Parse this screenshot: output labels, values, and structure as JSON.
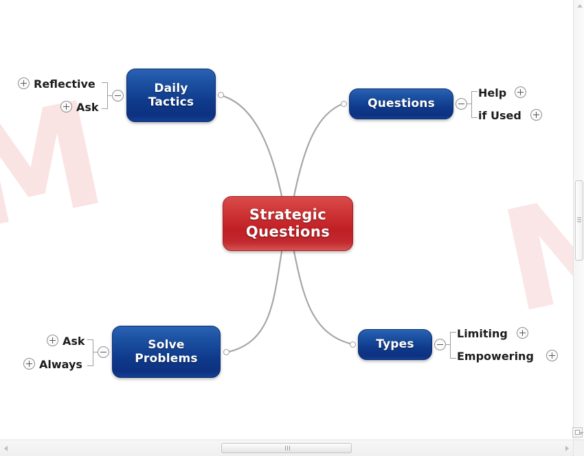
{
  "app": {
    "background_color": "#ffffff",
    "watermark_left": "M",
    "watermark_right": "N"
  },
  "colors": {
    "central_node": "#c22a2f",
    "branch_node": "#123f90",
    "link_line": "#a6a6a6",
    "leaf_text": "#1c1c1c",
    "node_text": "#ffffff"
  },
  "mindmap": {
    "central": {
      "label": "Strategic\nQuestions",
      "line1": "Strategic",
      "line2": "Questions",
      "toggle": "minus"
    },
    "branches": [
      {
        "id": "daily-tactics",
        "line1": "Daily",
        "line2": "Tactics",
        "side": "left",
        "toggle": "minus",
        "children": [
          {
            "label": "Reflective",
            "toggle": "plus"
          },
          {
            "label": "Ask",
            "toggle": "plus"
          }
        ]
      },
      {
        "id": "questions",
        "line1": "Questions",
        "line2": "",
        "side": "right",
        "toggle": "minus",
        "children": [
          {
            "label": "Help",
            "toggle": "plus"
          },
          {
            "label": "if Used",
            "toggle": "plus"
          }
        ]
      },
      {
        "id": "solve-problems",
        "line1": "Solve",
        "line2": "Problems",
        "side": "left",
        "toggle": "minus",
        "children": [
          {
            "label": "Ask",
            "toggle": "plus"
          },
          {
            "label": "Always",
            "toggle": "plus"
          }
        ]
      },
      {
        "id": "types",
        "line1": "Types",
        "line2": "",
        "side": "right",
        "toggle": "minus",
        "children": [
          {
            "label": "Limiting",
            "toggle": "plus"
          },
          {
            "label": "Empowering",
            "toggle": "plus"
          }
        ]
      }
    ]
  },
  "scrollbars": {
    "vertical": {
      "up_arrow": "▲",
      "down_arrow": "▼"
    },
    "horizontal": {
      "left_arrow": "◀",
      "right_arrow": "▶"
    }
  }
}
